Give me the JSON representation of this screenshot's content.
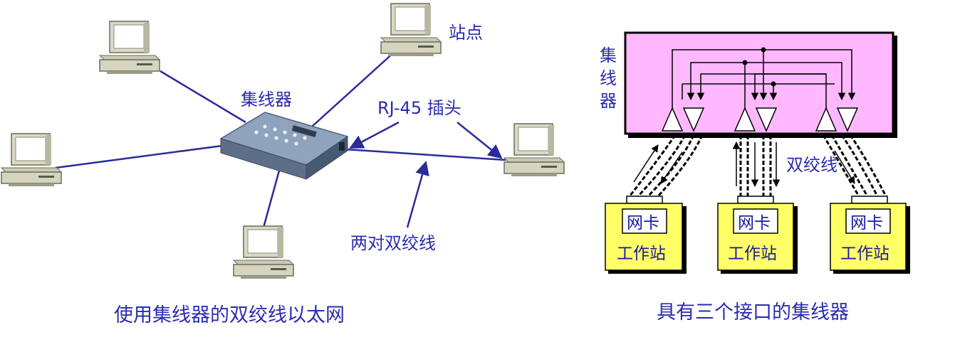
{
  "left_diagram": {
    "label_station": "站点",
    "label_hub": "集线器",
    "label_rj45": "RJ-45 插头",
    "label_twisted_pair": "两对双绞线",
    "caption": "使用集线器的双绞线以太网"
  },
  "right_diagram": {
    "hub_label": [
      "集",
      "线",
      "器"
    ],
    "label_twisted_pair": "双绞线",
    "stations": [
      {
        "nic": "网卡",
        "name": "工作站"
      },
      {
        "nic": "网卡",
        "name": "工作站"
      },
      {
        "nic": "网卡",
        "name": "工作站"
      }
    ],
    "caption": "具有三个接口的集线器"
  },
  "colors": {
    "text": "#2b2bb0",
    "link": "#2b2b9a",
    "hub_fill": "#ffb8ff",
    "station_fill": "#ffff66",
    "computer_body": "#d8d8c4"
  },
  "icons": [
    "computer-icon",
    "hub-device-icon",
    "triangle-amplifier-icon"
  ]
}
